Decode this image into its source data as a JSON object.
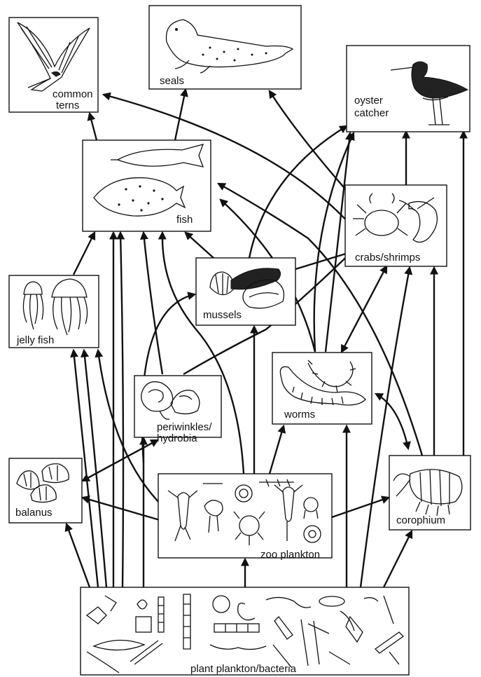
{
  "nodes": {
    "terns": {
      "label_line1": "common",
      "label_line2": "terns",
      "icon": "tern-icon"
    },
    "seals": {
      "label": "seals",
      "icon": "seal-icon"
    },
    "oyster": {
      "label_line1": "oyster",
      "label_line2": "catcher",
      "icon": "oystercatcher-icon"
    },
    "fish": {
      "label": "fish",
      "icon": "fish-icon"
    },
    "crabs": {
      "label": "crabs/shrimps",
      "icon": "crab-shrimp-icon"
    },
    "jelly": {
      "label": "jelly fish",
      "icon": "jellyfish-icon"
    },
    "mussels": {
      "label": "mussels",
      "icon": "mussel-icon"
    },
    "worms": {
      "label": "worms",
      "icon": "worm-icon"
    },
    "periwinkles": {
      "label_line1": "periwinkles/",
      "label_line2": "hydrobia",
      "icon": "snail-icon"
    },
    "balanus": {
      "label": "balanus",
      "icon": "barnacle-icon"
    },
    "zooplankton": {
      "label": "zoo plankton",
      "icon": "zooplankton-icon"
    },
    "corophium": {
      "label": "corophium",
      "icon": "amphipod-icon"
    },
    "plankton": {
      "label": "plant plankton/bacteria",
      "icon": "phytoplankton-icon"
    }
  },
  "colors": {
    "ink": "#111111",
    "background": "#ffffff"
  }
}
